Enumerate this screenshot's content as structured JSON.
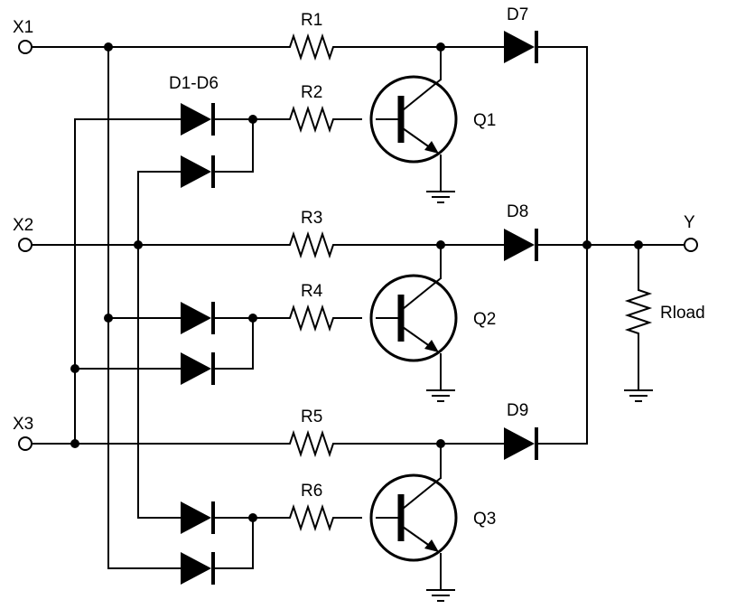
{
  "inputs": {
    "x1": "X1",
    "x2": "X2",
    "x3": "X3"
  },
  "output": {
    "y": "Y"
  },
  "resistors": {
    "r1": "R1",
    "r2": "R2",
    "r3": "R3",
    "r4": "R4",
    "r5": "R5",
    "r6": "R6",
    "rload": "Rload"
  },
  "diodes": {
    "group": "D1-D6",
    "d7": "D7",
    "d8": "D8",
    "d9": "D9"
  },
  "transistors": {
    "q1": "Q1",
    "q2": "Q2",
    "q3": "Q3"
  }
}
